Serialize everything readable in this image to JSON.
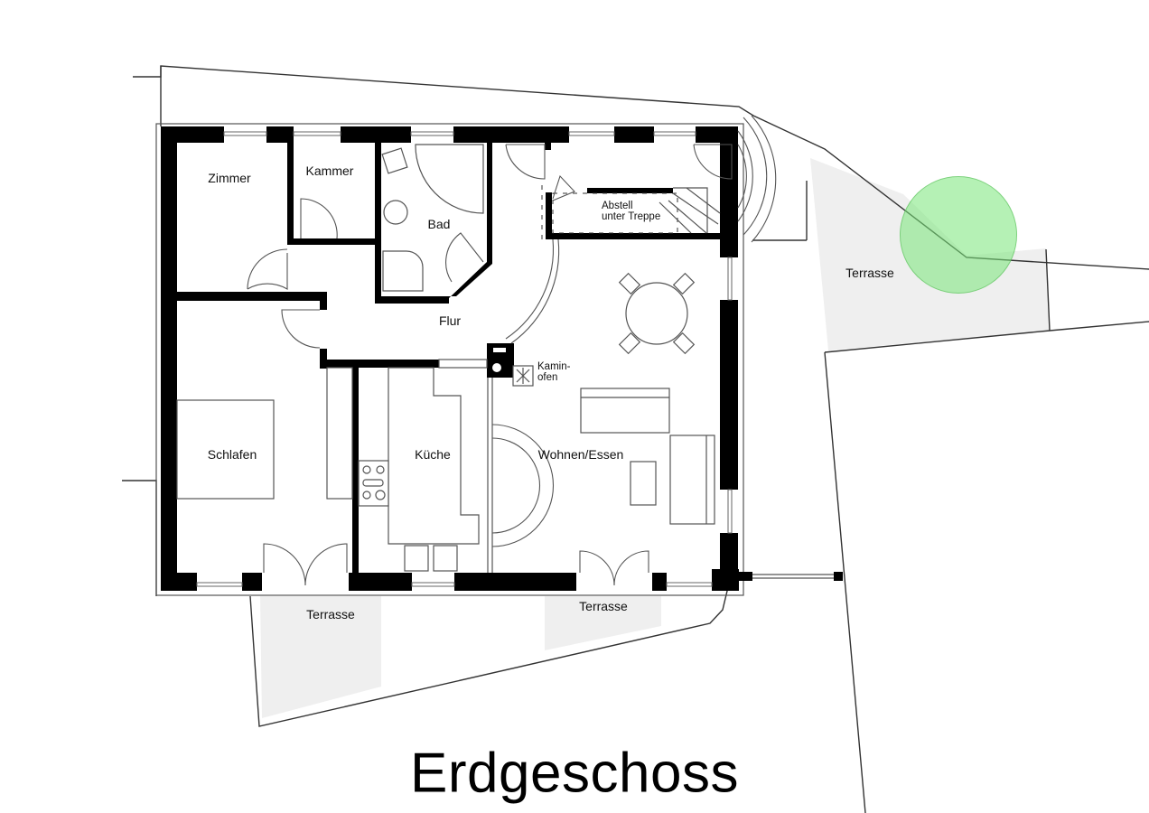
{
  "plan": {
    "title": "Erdgeschoss",
    "rooms": {
      "zimmer": "Zimmer",
      "kammer": "Kammer",
      "bad": "Bad",
      "flur": "Flur",
      "abstell_line1": "Abstell",
      "abstell_line2": "unter Treppe",
      "kaminofen_line1": "Kamin-",
      "kaminofen_line2": "ofen",
      "schlafen": "Schlafen",
      "kueche": "Küche",
      "wohnen_essen": "Wohnen/Essen",
      "terrasse_east": "Terrasse",
      "terrasse_south_left": "Terrasse",
      "terrasse_south_mid": "Terrasse"
    },
    "colors": {
      "walls": "#000000",
      "terrace_fill": "#efefef",
      "marker": "#8fe68f"
    },
    "marker": {
      "shape": "circle",
      "color": "#8fe68f"
    }
  }
}
